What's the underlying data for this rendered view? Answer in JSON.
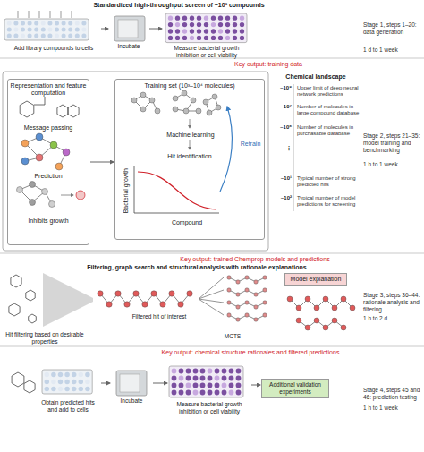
{
  "diagram": {
    "nodes": [
      {
        "text": [
          "Add library compounds to cells"
        ]
      },
      {
        "text": [
          "Incubate"
        ]
      },
      {
        "text": [
          "Measure bacterial growth inhibition or cell viability"
        ]
      },
      {
        "text": [
          "Representation and feature computation",
          "Message passing",
          "Prediction",
          "Inhibits growth"
        ]
      },
      {
        "text": [
          "Training set (10³–10⁴ molecules)",
          "Machine learning",
          "Hit identification",
          "Bacterial growth",
          "Compound",
          "Retrain"
        ]
      },
      {
        "text": [
          "Model explanation"
        ]
      },
      {
        "text": [
          "Obtain predicted hits and add to cells"
        ]
      },
      {
        "text": [
          "Incubate"
        ]
      },
      {
        "text": [
          "Measure bacterial growth inhibition or cell viability"
        ]
      },
      {
        "text": [
          "Additional validation experiments"
        ]
      }
    ],
    "edges": [
      {
        "from": 0,
        "to": 1,
        "arrow": "to"
      },
      {
        "from": 1,
        "to": 2,
        "arrow": "to"
      },
      {
        "from": 3,
        "to": 4,
        "arrow": "to"
      },
      {
        "from": 6,
        "to": 7,
        "arrow": "to"
      },
      {
        "from": 7,
        "to": 8,
        "arrow": "to"
      },
      {
        "from": 8,
        "to": 9,
        "arrow": "to"
      }
    ],
    "labels": [
      "Standardized high-throughput screen of ~10³ compounds",
      "Stage 1, steps 1–20: data generation",
      "1 d to 1 week",
      "Key output: training data",
      "Chemical landscape",
      "~10⁹",
      "Upper limit of deep neural network predictions",
      "~10⁷",
      "Number of molecules in large compound database",
      "~10⁶",
      "Number of molecules in purchasable database",
      "⋮",
      "~10¹",
      "Typical number of strong predicted hits",
      "~10²",
      "Typical number of model predictions for screening",
      "Stage 2, steps 21–35: model training and benchmarking",
      "1 h to 1 week",
      "Key output: trained Chemprop models and predictions",
      "Filtering, graph search and structural analysis with rationale explanations",
      "Hit filtering based on desirable properties",
      "Filtered hit of interest",
      "MCTS",
      "Stage 3, steps 36–44: rationale analysis and filtering",
      "1 h to 2 d",
      "Key output: chemical structure rationales and filtered predictions",
      "Stage 4, steps 45 and 46: prediction testing",
      "1 h to 1 week"
    ]
  }
}
